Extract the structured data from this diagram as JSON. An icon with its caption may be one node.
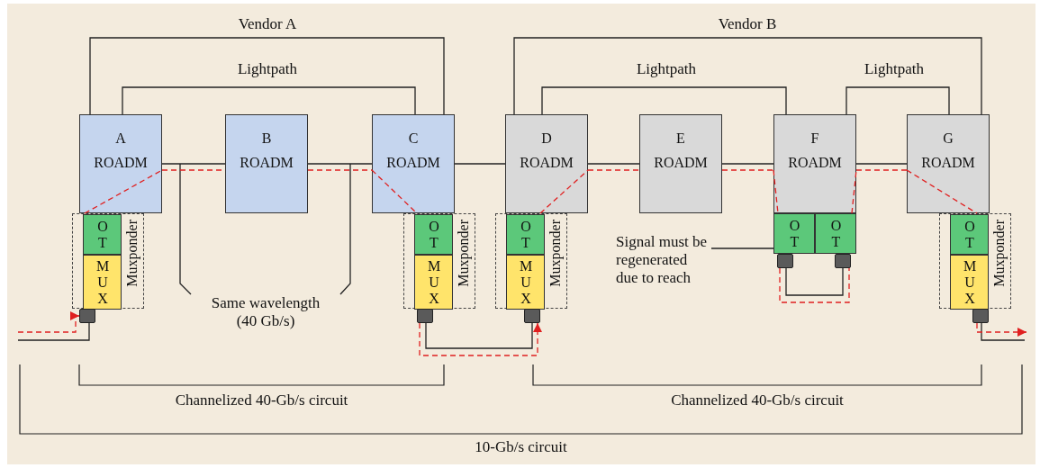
{
  "diagram": {
    "nodes": [
      {
        "text": [
          "A ROADM"
        ]
      },
      {
        "text": [
          "B ROADM"
        ]
      },
      {
        "text": [
          "C ROADM"
        ]
      },
      {
        "text": [
          "D ROADM"
        ]
      },
      {
        "text": [
          "E ROADM"
        ]
      },
      {
        "text": [
          "F ROADM"
        ]
      },
      {
        "text": [
          "G ROADM"
        ]
      },
      {
        "text": [
          "Muxponder"
        ]
      },
      {
        "text": [
          "OT"
        ],
        "in": 7
      },
      {
        "text": [
          "MUX"
        ],
        "in": 7
      },
      {
        "text": [
          "Muxponder"
        ]
      },
      {
        "text": [
          "OT"
        ],
        "in": 10
      },
      {
        "text": [
          "MUX"
        ],
        "in": 10
      },
      {
        "text": [
          "Muxponder"
        ]
      },
      {
        "text": [
          "OT"
        ],
        "in": 13
      },
      {
        "text": [
          "MUX"
        ],
        "in": 13
      },
      {
        "text": [
          "OT"
        ]
      },
      {
        "text": [
          "OT"
        ]
      },
      {
        "text": [
          "Muxponder"
        ]
      },
      {
        "text": [
          "OT"
        ],
        "in": 18
      },
      {
        "text": [
          "MUX"
        ],
        "in": 18
      },
      {
        "text": [],
        "shape": "box"
      },
      {
        "text": [],
        "shape": "box"
      },
      {
        "text": [],
        "shape": "box"
      },
      {
        "text": [],
        "shape": "box"
      },
      {
        "text": [],
        "shape": "box"
      },
      {
        "text": [],
        "shape": "box"
      },
      {
        "text": [
          "Signal must be regenerated due to reach"
        ]
      },
      {
        "text": [
          "Same wavelength (40 Gb/s)"
        ]
      }
    ],
    "edges": [
      {
        "from": 0,
        "to": 2,
        "arrow": "none",
        "label": "Vendor A"
      },
      {
        "from": 0,
        "to": 2,
        "arrow": "none",
        "label": "Lightpath"
      },
      {
        "from": 3,
        "to": 6,
        "arrow": "none",
        "label": "Vendor B"
      },
      {
        "from": 3,
        "to": 5,
        "arrow": "none",
        "label": "Lightpath"
      },
      {
        "from": 5,
        "to": 6,
        "arrow": "none",
        "label": "Lightpath"
      },
      {
        "from": 0,
        "to": 1,
        "arrow": "none"
      },
      {
        "from": 1,
        "to": 2,
        "arrow": "none"
      },
      {
        "from": 2,
        "to": 3,
        "arrow": "none"
      },
      {
        "from": 3,
        "to": 4,
        "arrow": "none"
      },
      {
        "from": 4,
        "to": 5,
        "arrow": "none"
      },
      {
        "from": 5,
        "to": 6,
        "arrow": "none"
      },
      {
        "from": null,
        "to": 21,
        "arrow": "none"
      },
      {
        "from": 22,
        "to": 23,
        "arrow": "none"
      },
      {
        "from": 24,
        "to": 25,
        "arrow": "none"
      },
      {
        "from": 26,
        "to": null,
        "arrow": "none"
      },
      {
        "from": 27,
        "to": 16,
        "arrow": "none"
      },
      {
        "from": 28,
        "to": null,
        "arrow": "none"
      },
      {
        "from": 28,
        "to": null,
        "arrow": "none"
      },
      {
        "from": null,
        "to": 21,
        "arrow": "to",
        "style": "dashed",
        "color": "#e02020"
      },
      {
        "from": 8,
        "to": 0,
        "arrow": "none",
        "style": "dashed",
        "color": "#e02020"
      },
      {
        "from": 0,
        "to": 1,
        "arrow": "none",
        "style": "dashed",
        "color": "#e02020"
      },
      {
        "from": 1,
        "to": 2,
        "arrow": "none",
        "style": "dashed",
        "color": "#e02020"
      },
      {
        "from": 2,
        "to": 11,
        "arrow": "none",
        "style": "dashed",
        "color": "#e02020"
      },
      {
        "from": 22,
        "to": 23,
        "arrow": "to",
        "style": "dashed",
        "color": "#e02020"
      },
      {
        "from": 14,
        "to": 3,
        "arrow": "none",
        "style": "dashed",
        "color": "#e02020"
      },
      {
        "from": 3,
        "to": 4,
        "arrow": "none",
        "style": "dashed",
        "color": "#e02020"
      },
      {
        "from": 4,
        "to": 5,
        "arrow": "none",
        "style": "dashed",
        "color": "#e02020"
      },
      {
        "from": 5,
        "to": 16,
        "arrow": "none",
        "style": "dashed",
        "color": "#e02020"
      },
      {
        "from": 24,
        "to": 25,
        "arrow": "none",
        "style": "dashed",
        "color": "#e02020"
      },
      {
        "from": 17,
        "to": 5,
        "arrow": "none",
        "style": "dashed",
        "color": "#e02020"
      },
      {
        "from": 5,
        "to": 6,
        "arrow": "none",
        "style": "dashed",
        "color": "#e02020"
      },
      {
        "from": 6,
        "to": 19,
        "arrow": "none",
        "style": "dashed",
        "color": "#e02020"
      },
      {
        "from": 26,
        "to": null,
        "arrow": "to",
        "style": "dashed",
        "color": "#e02020"
      }
    ],
    "labels": [
      "Channelized 40-Gb/s circuit",
      "Channelized 40-Gb/s circuit",
      "10-Gb/s circuit"
    ]
  }
}
